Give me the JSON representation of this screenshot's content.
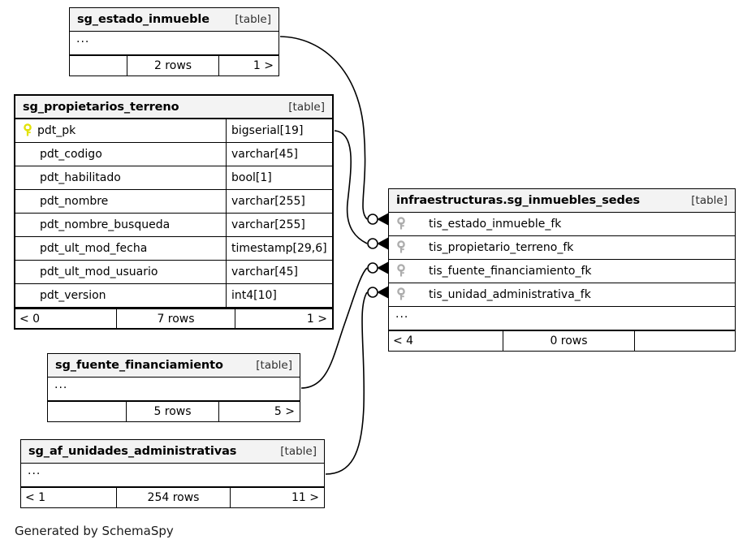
{
  "diagram": {
    "kind": "schemaspy-relationships-diagram",
    "caption": "Generated by SchemaSpy",
    "table_type_label": "[table]",
    "ellipsis": "...",
    "rows_suffix": "rows"
  },
  "tables": [
    {
      "id": "sg_estado_inmueble",
      "name": "sg_estado_inmueble",
      "type_label": "[table]",
      "collapsed": true,
      "ellipsis": "...",
      "columns": [],
      "footer": {
        "left": "",
        "middle": "2 rows",
        "right": "1 >"
      }
    },
    {
      "id": "sg_propietarios_terreno",
      "name": "sg_propietarios_terreno",
      "type_label": "[table]",
      "collapsed": false,
      "columns": [
        {
          "name": "pdt_pk",
          "type": "bigserial[19]",
          "key": "primary"
        },
        {
          "name": "pdt_codigo",
          "type": "varchar[45]",
          "key": "none"
        },
        {
          "name": "pdt_habilitado",
          "type": "bool[1]",
          "key": "none"
        },
        {
          "name": "pdt_nombre",
          "type": "varchar[255]",
          "key": "none"
        },
        {
          "name": "pdt_nombre_busqueda",
          "type": "varchar[255]",
          "key": "none"
        },
        {
          "name": "pdt_ult_mod_fecha",
          "type": "timestamp[29,6]",
          "key": "none"
        },
        {
          "name": "pdt_ult_mod_usuario",
          "type": "varchar[45]",
          "key": "none"
        },
        {
          "name": "pdt_version",
          "type": "int4[10]",
          "key": "none"
        }
      ],
      "footer": {
        "left": "< 0",
        "middle": "7 rows",
        "right": "1 >"
      }
    },
    {
      "id": "infraestructuras.sg_inmuebles_sedes",
      "name": "infraestructuras.sg_inmuebles_sedes",
      "type_label": "[table]",
      "collapsed": false,
      "ellipsis": "...",
      "columns": [
        {
          "name": "tis_estado_inmueble_fk",
          "type": "",
          "key": "foreign"
        },
        {
          "name": "tis_propietario_terreno_fk",
          "type": "",
          "key": "foreign"
        },
        {
          "name": "tis_fuente_financiamiento_fk",
          "type": "",
          "key": "foreign"
        },
        {
          "name": "tis_unidad_administrativa_fk",
          "type": "",
          "key": "foreign"
        }
      ],
      "footer": {
        "left": "< 4",
        "middle": "0 rows",
        "right": ""
      }
    },
    {
      "id": "sg_fuente_financiamiento",
      "name": "sg_fuente_financiamiento",
      "type_label": "[table]",
      "collapsed": true,
      "ellipsis": "...",
      "columns": [],
      "footer": {
        "left": "",
        "middle": "5 rows",
        "right": "5 >"
      }
    },
    {
      "id": "sg_af_unidades_administrativas",
      "name": "sg_af_unidades_administrativas",
      "type_label": "[table]",
      "collapsed": true,
      "ellipsis": "...",
      "columns": [],
      "footer": {
        "left": "< 1",
        "middle": "254 rows",
        "right": "11 >"
      }
    }
  ],
  "relationships": [
    {
      "from": "sg_estado_inmueble",
      "to_column": "tis_estado_inmueble_fk",
      "notation": "zero-or-many"
    },
    {
      "from": "sg_propietarios_terreno",
      "to_column": "tis_propietario_terreno_fk",
      "notation": "zero-or-many"
    },
    {
      "from": "sg_fuente_financiamiento",
      "to_column": "tis_fuente_financiamiento_fk",
      "notation": "zero-or-many"
    },
    {
      "from": "sg_af_unidades_administrativas",
      "to_column": "tis_unidad_administrativa_fk",
      "notation": "zero-or-many"
    }
  ],
  "colors": {
    "primary_key_icon": "#e8e80c",
    "foreign_key_icon": "#aaaaaa",
    "header_background": "#f3f3f3",
    "border": "#000000",
    "background": "#ffffff"
  }
}
